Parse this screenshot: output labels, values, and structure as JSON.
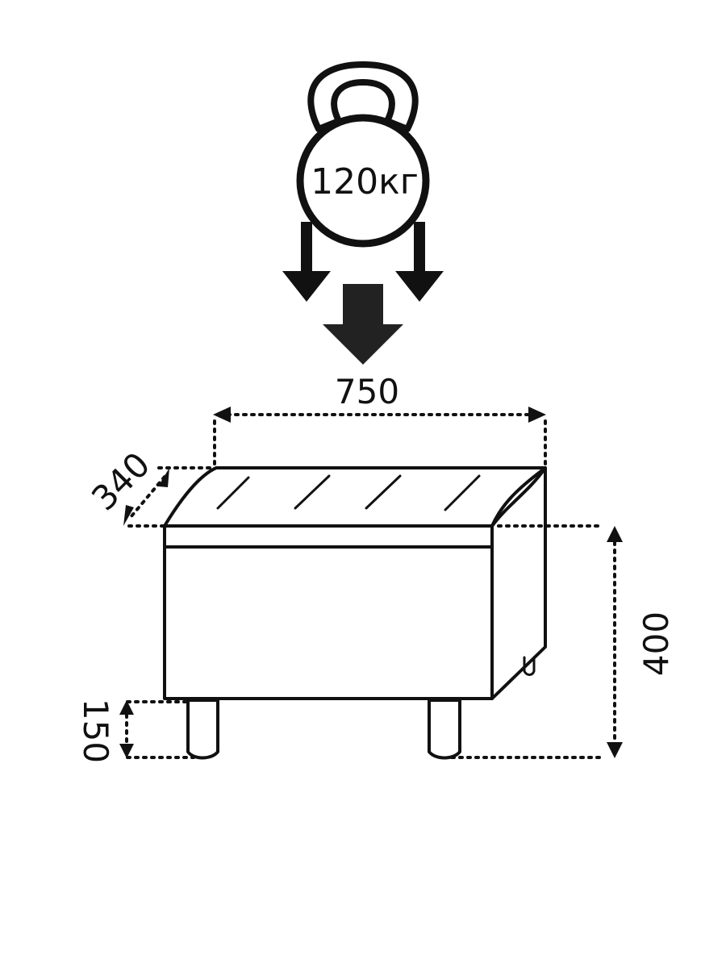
{
  "load": {
    "weight_label": "120кг",
    "icon": "kettlebell-icon"
  },
  "dimensions": {
    "width": "750",
    "depth": "340",
    "height": "400",
    "leg_height": "150"
  },
  "colors": {
    "ink": "#111111",
    "arrow_fill": "#222222",
    "background": "#ffffff"
  }
}
